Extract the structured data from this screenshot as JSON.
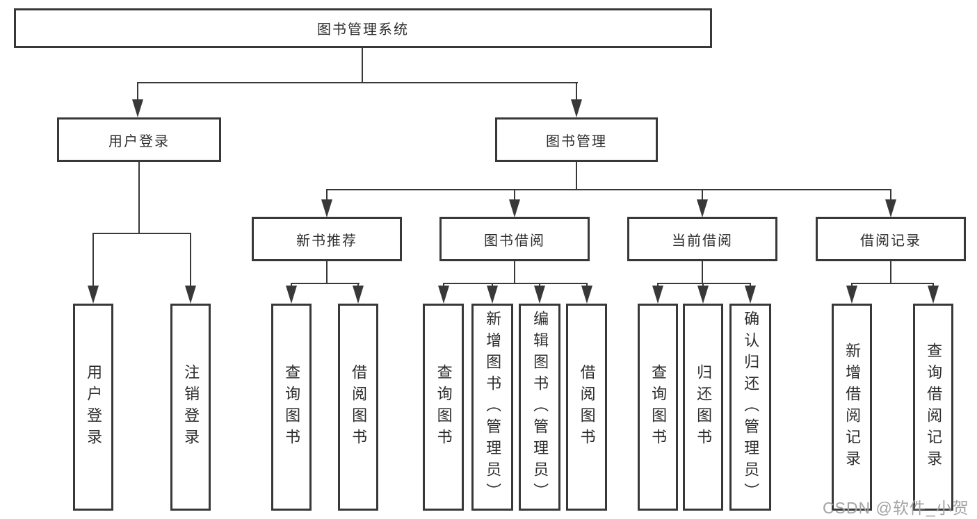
{
  "colors": {
    "line": "#383838",
    "text": "#2d2d2d",
    "background": "#ffffff",
    "watermark": "#a3a3a6"
  },
  "watermark": {
    "text": "CSDN @软件_小贺同学"
  },
  "tree": {
    "label": "图书管理系统",
    "children": [
      {
        "label": "用户登录",
        "children": [
          {
            "label": "用户登录"
          },
          {
            "label": "注销登录"
          }
        ]
      },
      {
        "label": "图书管理",
        "children": [
          {
            "label": "新书推荐",
            "children": [
              {
                "label": "查询图书"
              },
              {
                "label": "借阅图书"
              }
            ]
          },
          {
            "label": "图书借阅",
            "children": [
              {
                "label": "查询图书"
              },
              {
                "label": "新增图书（管理员）"
              },
              {
                "label": "编辑图书（管理员）"
              },
              {
                "label": "借阅图书"
              }
            ]
          },
          {
            "label": "当前借阅",
            "children": [
              {
                "label": "查询图书"
              },
              {
                "label": "归还图书"
              },
              {
                "label": "确认归还（管理员）"
              }
            ]
          },
          {
            "label": "借阅记录",
            "children": [
              {
                "label": "新增借阅记录"
              },
              {
                "label": "查询借阅记录"
              }
            ]
          }
        ]
      }
    ]
  }
}
